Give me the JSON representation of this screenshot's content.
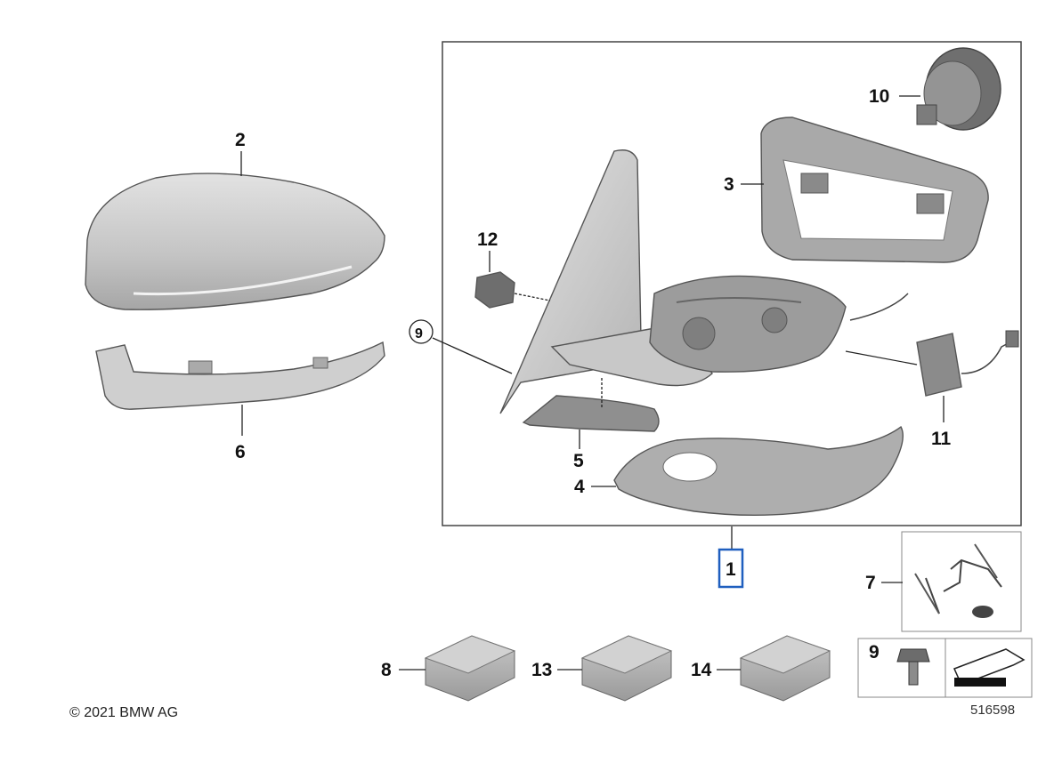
{
  "labels": {
    "p1": "1",
    "p2": "2",
    "p3": "3",
    "p4": "4",
    "p5": "5",
    "p6": "6",
    "p7": "7",
    "p8": "8",
    "p9_circle": "9",
    "p9_box": "9",
    "p10": "10",
    "p11": "11",
    "p12": "12",
    "p13": "13",
    "p14": "14"
  },
  "copyright": "© 2021 BMW AG",
  "diagram_number": "516598",
  "colors": {
    "highlight": "#1f5fbf",
    "part_fill": "#b9b9b9",
    "part_dark": "#8a8a8a"
  }
}
